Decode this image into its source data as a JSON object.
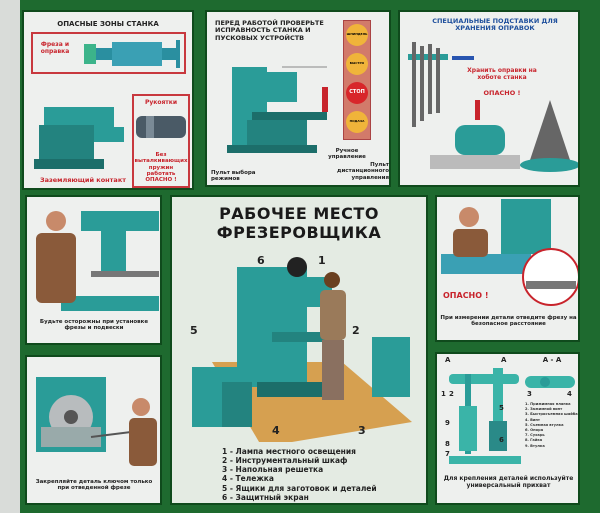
{
  "panels": {
    "danger_zones": {
      "title": "ОПАСНЫЕ ЗОНЫ СТАНКА",
      "cutter_label": "Фреза и оправка",
      "handles_label": "Рукоятки",
      "warning": "Без выталкивающих пружин работать ОПАСНО !",
      "ground_label": "Заземляющий контакт"
    },
    "check": {
      "title": "ПЕРЕД РАБОТОЙ ПРОВЕРЬТЕ ИСПРАВНОСТЬ СТАНКА И ПУСКОВЫХ УСТРОЙСТВ",
      "buttons": [
        "ШПИНДЕЛЬ",
        "БЫСТРО",
        "СТОП",
        "ПОДАЧА"
      ],
      "manual_label": "Ручное управление",
      "mode_label": "Пульт выбора режимов",
      "remote_label": "Пульт дистанционного управления"
    },
    "stands": {
      "title": "СПЕЦИАЛЬНЫЕ ПОДСТАВКИ ДЛЯ ХРАНЕНИЯ ОПРАВОК",
      "warning1": "Хранить оправки на хоботе станка",
      "warning2": "ОПАСНО !"
    },
    "careful": {
      "caption": "Будьте осторожны при установке фрезы и подвески"
    },
    "clamp": {
      "caption": "Закрепляйте деталь ключом только при отведенной фрезе"
    },
    "main": {
      "title1": "РАБОЧЕЕ МЕСТО",
      "title2": "ФРЕЗЕРОВЩИКА",
      "callouts": [
        "1",
        "2",
        "3",
        "4",
        "5",
        "6"
      ],
      "legend": [
        "1 - Лампа местного освещения",
        "2 - Инструментальный шкаф",
        "3 - Напольная решетка",
        "4 - Тележка",
        "5 - Ящики для заготовок и деталей",
        "6 - Защитный экран"
      ]
    },
    "measure": {
      "warning": "ОПАСНО !",
      "caption": "При измерении детали отведите фрезу на безопасное расстояние"
    },
    "universal": {
      "section_a": "А",
      "section_aa": "А - А",
      "numbers": [
        "1",
        "2",
        "3",
        "4",
        "5",
        "6",
        "7",
        "8",
        "9"
      ],
      "legend": [
        "1. Прижимная планка",
        "2. Зажимной винт",
        "3. Быстросъемная шайба",
        "4. Винт",
        "5. Съемная втулка",
        "6. Опора",
        "7. Сухарь",
        "8. Гайка",
        "9. Втулка"
      ],
      "caption": "Для крепления деталей используйте универсальный прихват"
    }
  },
  "colors": {
    "green": "#1e6a2f",
    "teal": "#2a9c98",
    "red": "#c8242c"
  }
}
